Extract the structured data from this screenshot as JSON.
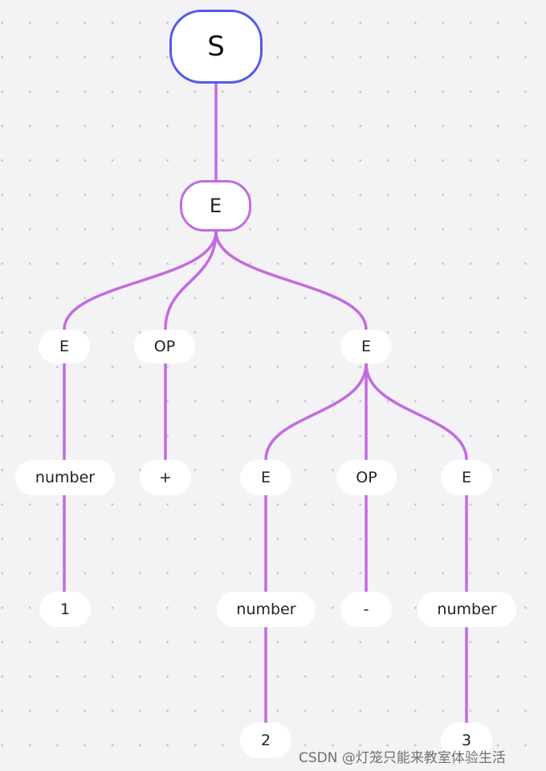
{
  "colors": {
    "root_border": "#5558ee",
    "edge": "#c26be0",
    "node_fill": "#ffffff",
    "background": "#f3f2f5"
  },
  "tree": {
    "root": "S",
    "e1": "E",
    "e2": "E",
    "op1": "OP",
    "e3": "E",
    "num1": "number",
    "plus": "+",
    "e4": "E",
    "op2": "OP",
    "e5": "E",
    "one": "1",
    "num2": "number",
    "minus": "-",
    "num3": "number",
    "two": "2",
    "three": "3"
  },
  "watermark": "CSDN @灯笼只能来教室体验生活"
}
